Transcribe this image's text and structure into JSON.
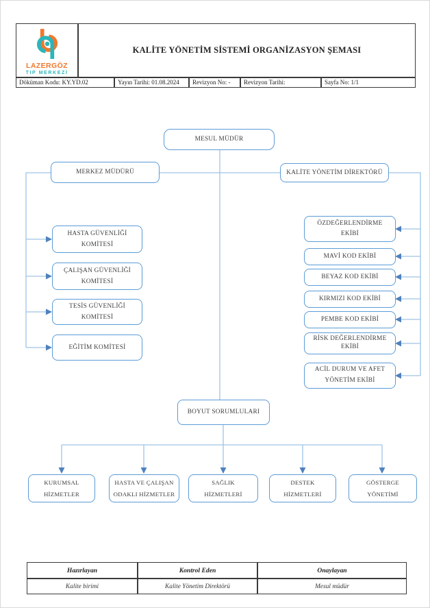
{
  "header": {
    "logo": {
      "name_top": "LAZERGÖZ",
      "name_bottom": "TIP MERKEZİ",
      "orange": "#F0782D",
      "teal": "#2BB6BA"
    },
    "title": "KALİTE YÖNETİM SİSTEMİ ORGANİZASYON ŞEMASI",
    "meta": {
      "doc_code": "Döküman Kodu: KY.YD.02",
      "publish_date": "Yayın Tarihi: 01.08.2024",
      "revision_no": "Revizyon No: -",
      "revision_date": "Revizyon Tarihi:",
      "page_no": "Sayfa No: 1/1"
    }
  },
  "org": {
    "mesul_mudur": "MESUL MÜDÜR",
    "merkez_muduru": "MERKEZ MÜDÜRÜ",
    "kalite_direktoru": "KALİTE YÖNETİM DİREKTÖRÜ",
    "left_committees": [
      "HASTA GÜVENLİĞİ KOMİTESİ",
      "ÇALIŞAN GÜVENLİĞİ KOMİTESİ",
      "TESİS GÜVENLİĞİ KOMİTESİ",
      "EĞİTİM KOMİTESİ"
    ],
    "right_teams": [
      "ÖZDEĞERLENDİRME EKİBİ",
      "MAVİ KOD EKİBİ",
      "BEYAZ KOD EKİBİ",
      "KIRMIZI KOD EKİBİ",
      "PEMBE KOD EKİBİ",
      "RİSK DEĞERLENDİRME EKİBİ",
      "ACİL DURUM VE AFET YÖNETİM EKİBİ"
    ],
    "boyut_sorumlulari": "BOYUT SORUMLULARI",
    "bottom_units": [
      "KURUMSAL HİZMETLER",
      "HASTA VE ÇALIŞAN ODAKLI HİZMETLER",
      "SAĞLIK HİZMETLERİ",
      "DESTEK HİZMETLERİ",
      "GÖSTERGE YÖNETİMİ"
    ]
  },
  "approval": {
    "headers": [
      "Hazırlayan",
      "Kontrol Eden",
      "Onaylayan"
    ],
    "values": [
      "Kalite birimi",
      "Kalite Yönetim Direktörü",
      "Mesul müdür"
    ]
  },
  "colors": {
    "box_border": "#5B9BD5",
    "wire": "#9DC3E6",
    "arrow": "#4F81BD"
  }
}
